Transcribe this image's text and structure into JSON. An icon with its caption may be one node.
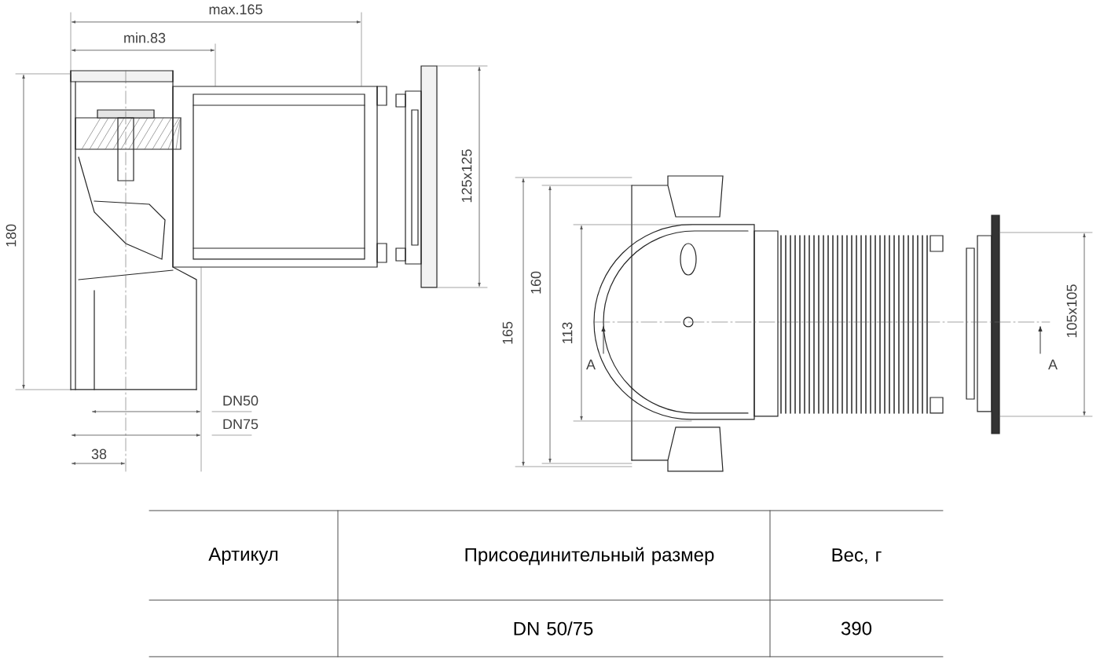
{
  "diagram": {
    "labels": [
      "max.165",
      "min.83",
      "180",
      "125x125",
      "DN50",
      "DN75",
      "38",
      "165",
      "160",
      "113",
      "A",
      "A",
      "105x105",
      "Артикул",
      "Присоединительный размер",
      "Вес, г",
      "DN 50/75",
      "390"
    ]
  }
}
